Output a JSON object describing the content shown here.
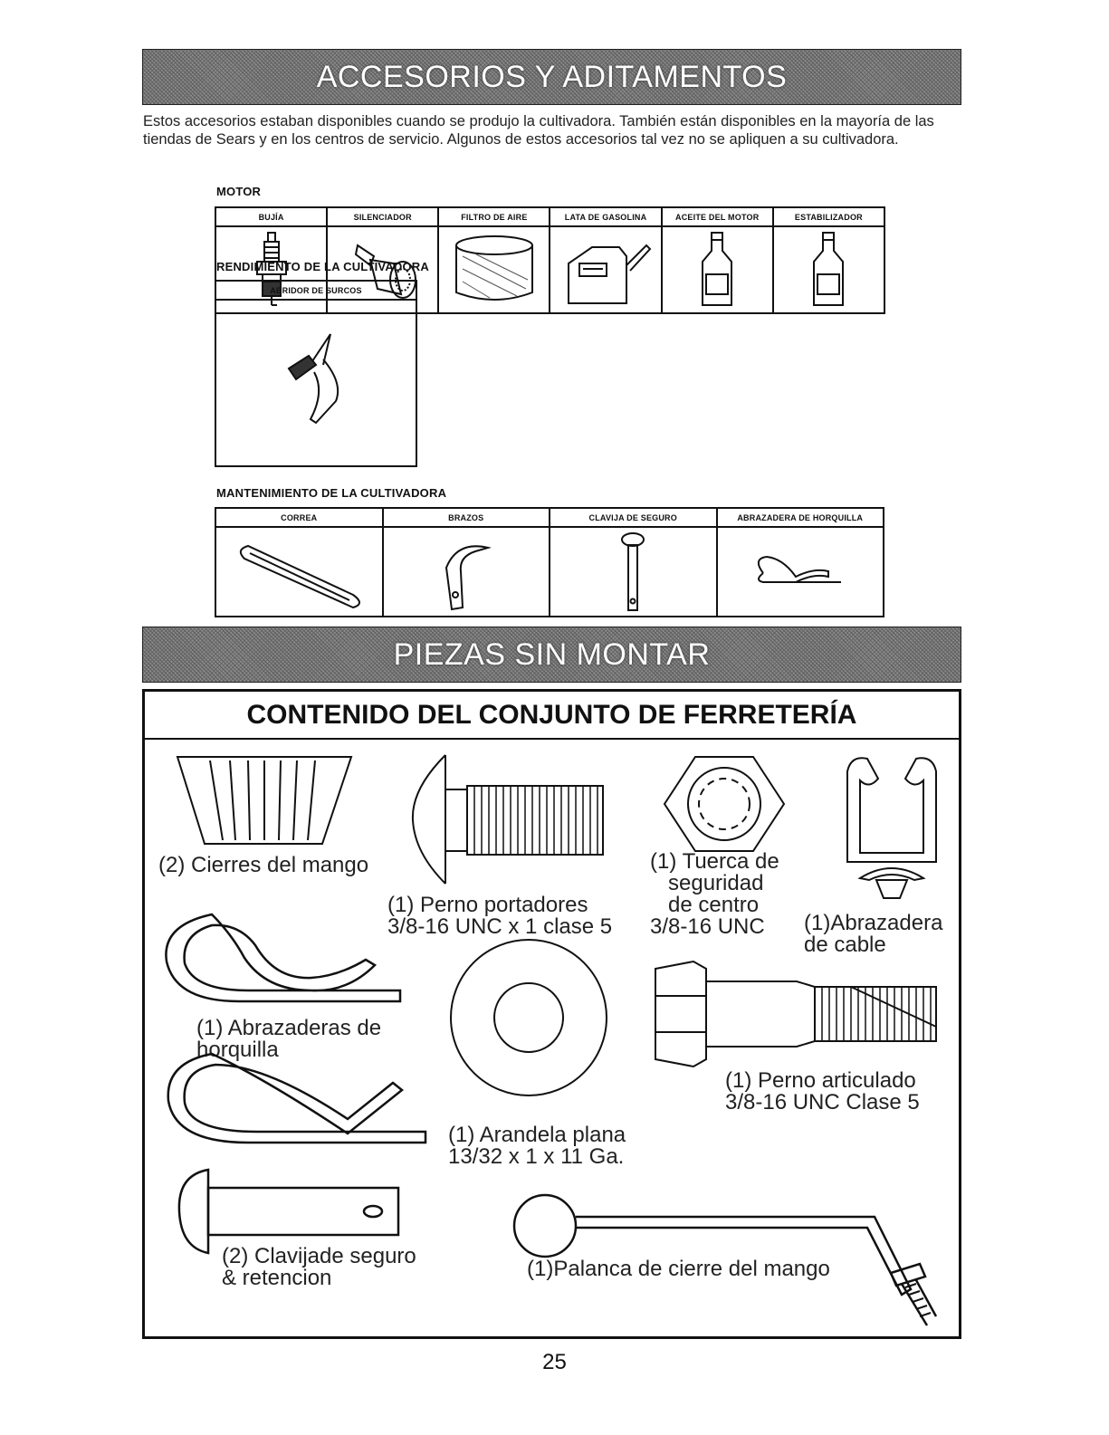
{
  "banner1": "ACCESORIOS Y ADITAMENTOS",
  "intro": "Estos accesorios estaban disponibles cuando se produjo la cultivadora. También están disponibles en la mayoría de las tiendas de Sears y en los centros de servicio. Algunos de estos accesorios tal vez no se apliquen a su cultivadora.",
  "motor": {
    "title": "MOTOR",
    "items": [
      "BUJÍA",
      "SILENCIADOR",
      "FILTRO DE AIRE",
      "LATA DE GASOLINA",
      "ACEITE DEL MOTOR",
      "ESTABILIZADOR"
    ]
  },
  "rendimiento": {
    "title": "RENDIMIENTO DE LA CULTIVADORA",
    "items": [
      "ABRIDOR DE SURCOS"
    ]
  },
  "mantenimiento": {
    "title": "MANTENIMIENTO DE LA CULTIVADORA",
    "items": [
      "CORREA",
      "BRAZOS",
      "CLAVIJA DE SEGURO",
      "ABRAZADERA DE HORQUILLA"
    ]
  },
  "banner2": "PIEZAS SIN MONTAR",
  "hardware": {
    "title": "CONTENIDO DEL CONJUNTO DE FERRETERÍA",
    "cierres": "(2) Cierres del mango",
    "perno_portadores": "(1) Perno portadores\n3/8-16 UNC x 1 clase 5",
    "tuerca": "(1) Tuerca de\n   seguridad\n   de centro\n3/8-16 UNC",
    "abrazadera_cable": "(1)Abrazadera\nde cable",
    "abrazaderas_horquilla": "(1) Abrazaderas de\nhorquilla",
    "arandela": "(1) Arandela plana\n13/32 x 1 x 11 Ga.",
    "perno_articulado": "(1) Perno articulado\n3/8-16 UNC Clase 5",
    "clavija": "(2) Clavijade seguro\n& retencion",
    "palanca": "(1)Palanca de cierre del mango"
  },
  "page_number": "25"
}
